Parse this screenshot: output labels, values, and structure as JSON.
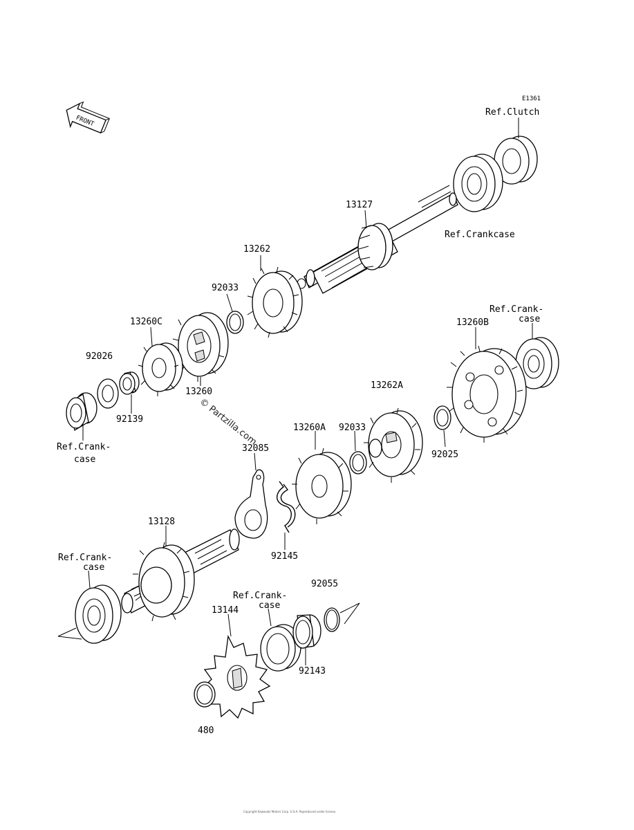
{
  "diagram": {
    "code": "E1361",
    "front_label": "FRONT",
    "watermark": "© Partzilla.com",
    "copyright": "Copyright Kawasaki Motors Corp. U.S.A. Reproduced under license.",
    "labels": {
      "ref_clutch": "Ref.Clutch",
      "ref_crankcase": "Ref.Crankcase",
      "ref_crank_case_1_a": "Ref.Crank-",
      "ref_crank_case_1_b": "case",
      "ref_crank_case_2_a": "Ref.Crank-",
      "ref_crank_case_2_b": "case",
      "ref_crank_case_3_a": "Ref.Crank-",
      "ref_crank_case_3_b": "case",
      "ref_crank_case_4_a": "Ref.Crank-",
      "ref_crank_case_4_b": "case",
      "p13127": "13127",
      "p13262": "13262",
      "p92033_a": "92033",
      "p13260C": "13260C",
      "p92026": "92026",
      "p13260": "13260",
      "p92139": "92139",
      "p13260B": "13260B",
      "p13262A": "13262A",
      "p13260A": "13260A",
      "p92033_b": "92033",
      "p92025": "92025",
      "p32085": "32085",
      "p92145": "92145",
      "p13128": "13128",
      "p92055": "92055",
      "p13144": "13144",
      "p92143": "92143",
      "p480": "480"
    }
  }
}
